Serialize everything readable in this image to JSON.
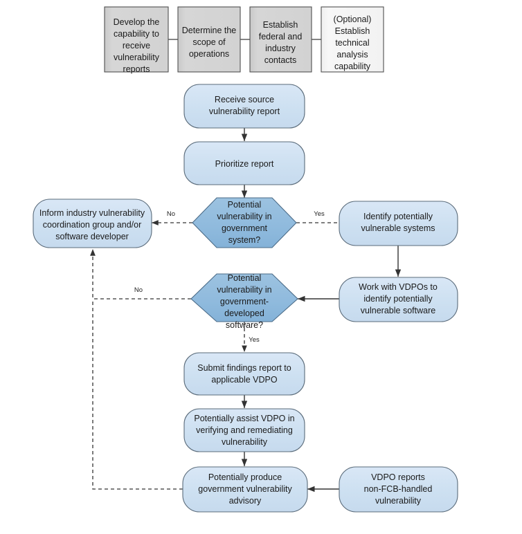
{
  "diagram": {
    "title": "Government vulnerability disclosure handling flowchart",
    "colors": {
      "prep_fill": "#d4d4d4",
      "prep_optional_fill": "#f4f4f4",
      "process_fill": "#cfe2f3",
      "decision_fill": "#8fbadd",
      "stroke": "#4f4f4f",
      "text": "#1a1a1a"
    },
    "prep_steps": [
      {
        "id": "prep1",
        "label_lines": [
          "Develop the",
          "capability to",
          "receive",
          "vulnerability",
          "reports"
        ],
        "optional": false
      },
      {
        "id": "prep2",
        "label_lines": [
          "Determine the",
          "scope of",
          "operations"
        ],
        "optional": false
      },
      {
        "id": "prep3",
        "label_lines": [
          "Establish",
          "federal and",
          "industry",
          "contacts"
        ],
        "optional": false
      },
      {
        "id": "prep4",
        "label_lines": [
          "(Optional)",
          "Establish",
          "technical",
          "analysis",
          "capability"
        ],
        "optional": true
      }
    ],
    "nodes": [
      {
        "id": "receive",
        "shape": "rounded",
        "label_lines": [
          "Receive source",
          "vulnerability report"
        ]
      },
      {
        "id": "prioritize",
        "shape": "rounded",
        "label_lines": [
          "Prioritize report"
        ]
      },
      {
        "id": "decision1",
        "shape": "hexagon",
        "label_lines": [
          "Potential",
          "vulnerability in",
          "government",
          "system?"
        ]
      },
      {
        "id": "inform",
        "shape": "rounded",
        "label_lines": [
          "Inform industry vulnerability",
          "coordination group and/or",
          "software developer"
        ]
      },
      {
        "id": "identify",
        "shape": "rounded",
        "label_lines": [
          "Identify potentially",
          "vulnerable systems"
        ]
      },
      {
        "id": "decision2",
        "shape": "hexagon",
        "label_lines": [
          "Potential",
          "vulnerability in",
          "government-",
          "developed",
          "software?"
        ]
      },
      {
        "id": "vdpos",
        "shape": "rounded",
        "label_lines": [
          "Work with VDPOs to",
          "identify potentially",
          "vulnerable software"
        ]
      },
      {
        "id": "submit",
        "shape": "rounded",
        "label_lines": [
          "Submit findings report to",
          "applicable VDPO"
        ]
      },
      {
        "id": "assist",
        "shape": "rounded",
        "label_lines": [
          "Potentially assist VDPO in",
          "verifying and remediating",
          "vulnerability"
        ]
      },
      {
        "id": "advisory",
        "shape": "rounded",
        "label_lines": [
          "Potentially produce",
          "government vulnerability",
          "advisory"
        ]
      },
      {
        "id": "vdporeport",
        "shape": "rounded",
        "label_lines": [
          "VDPO reports",
          "non-FCB-handled",
          "vulnerability"
        ]
      }
    ],
    "edge_labels": [
      {
        "id": "d1-no",
        "text": "No"
      },
      {
        "id": "d1-yes",
        "text": "Yes"
      },
      {
        "id": "d2-no",
        "text": "No"
      },
      {
        "id": "d2-yes",
        "text": "Yes"
      }
    ]
  }
}
